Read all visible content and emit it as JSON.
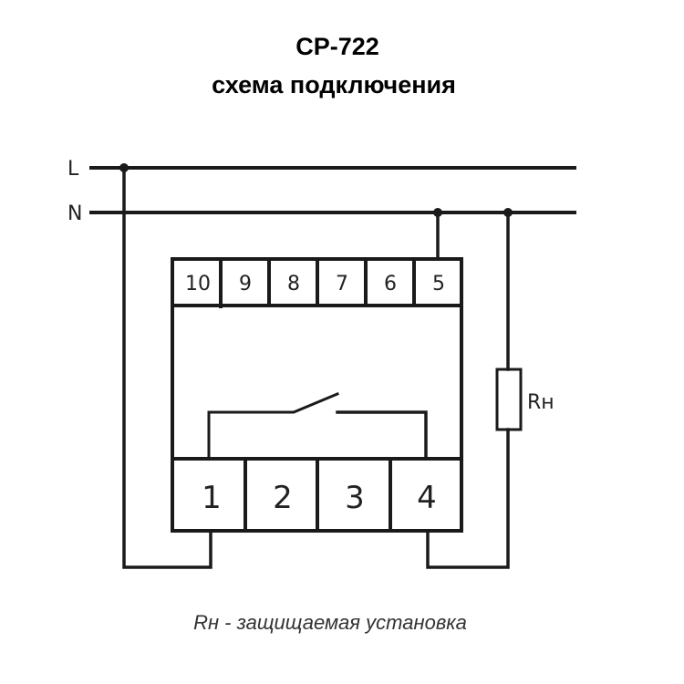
{
  "title": "CP-722",
  "subtitle": "схема подключения",
  "lines": {
    "L": "L",
    "N": "N"
  },
  "top_terminals": [
    "10",
    "9",
    "8",
    "7",
    "6",
    "5"
  ],
  "bottom_terminals": [
    "1",
    "2",
    "3",
    "4"
  ],
  "load_label": "Rн",
  "caption": "Rн - защищаемая установка"
}
